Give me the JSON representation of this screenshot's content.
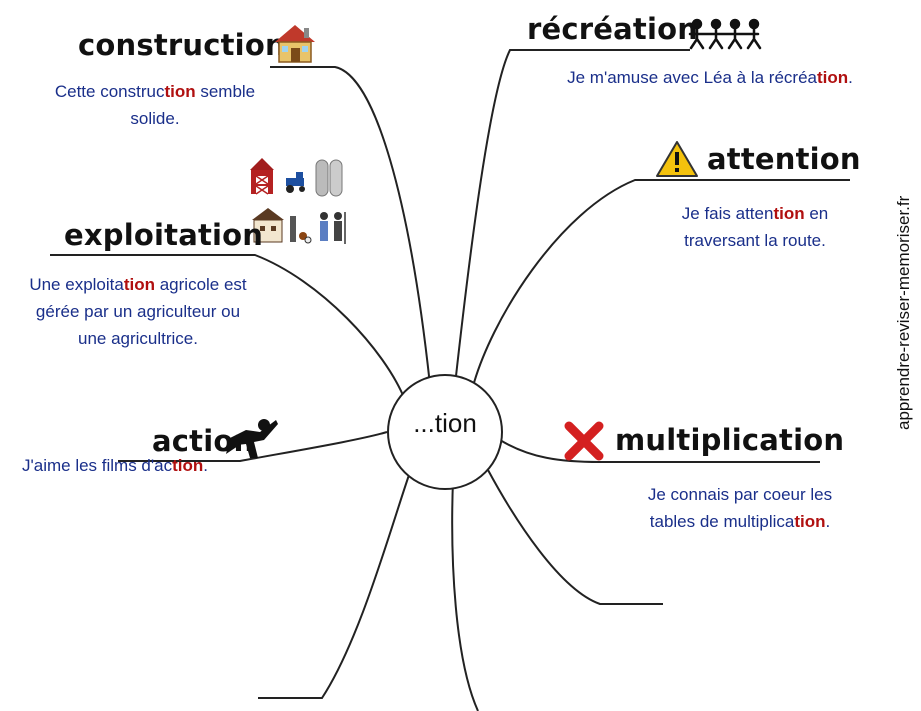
{
  "center": {
    "label": "...tion"
  },
  "branches": [
    {
      "id": "construction",
      "label": "construction",
      "icon": "house-icon",
      "sentence": [
        {
          "parts": [
            {
              "t": "Cette construc"
            },
            {
              "t": "tion",
              "hl": true
            },
            {
              "t": " semble"
            }
          ]
        },
        {
          "parts": [
            {
              "t": "solide."
            }
          ]
        }
      ]
    },
    {
      "id": "recreation",
      "label": "récréation",
      "icon": "children-holding-hands-icon",
      "sentence": [
        {
          "parts": [
            {
              "t": "Je m'amuse avec Léa à la récréa"
            },
            {
              "t": "tion",
              "hl": true
            },
            {
              "t": "."
            }
          ]
        }
      ]
    },
    {
      "id": "attention",
      "label": "attention",
      "icon": "warning-sign-icon",
      "sentence": [
        {
          "parts": [
            {
              "t": "Je fais atten"
            },
            {
              "t": "tion",
              "hl": true
            },
            {
              "t": " en"
            }
          ]
        },
        {
          "parts": [
            {
              "t": "traversant la route."
            }
          ]
        }
      ]
    },
    {
      "id": "exploitation",
      "label": "exploitation",
      "icon": "farm-icon",
      "sentence": [
        {
          "parts": [
            {
              "t": "Une exploita"
            },
            {
              "t": "tion",
              "hl": true
            },
            {
              "t": " agricole est"
            }
          ]
        },
        {
          "parts": [
            {
              "t": "gérée par un agriculteur ou"
            }
          ]
        },
        {
          "parts": [
            {
              "t": "une agricultrice."
            }
          ]
        }
      ]
    },
    {
      "id": "action",
      "label": "action",
      "icon": "superhero-icon",
      "sentence": [
        {
          "parts": [
            {
              "t": "J'aime les films d'ac"
            },
            {
              "t": "tion",
              "hl": true
            },
            {
              "t": "."
            }
          ]
        }
      ]
    },
    {
      "id": "multiplication",
      "label": "multiplication",
      "icon": "cross-mark-icon",
      "sentence": [
        {
          "parts": [
            {
              "t": "Je connais par coeur les"
            }
          ]
        },
        {
          "parts": [
            {
              "t": "tables de multiplica"
            },
            {
              "t": "tion",
              "hl": true
            },
            {
              "t": "."
            }
          ]
        }
      ]
    }
  ],
  "colors": {
    "text": "#1a2f8a",
    "highlight": "#b01010",
    "lines": "#222222"
  },
  "watermark": "apprendre-reviser-memoriser.fr"
}
